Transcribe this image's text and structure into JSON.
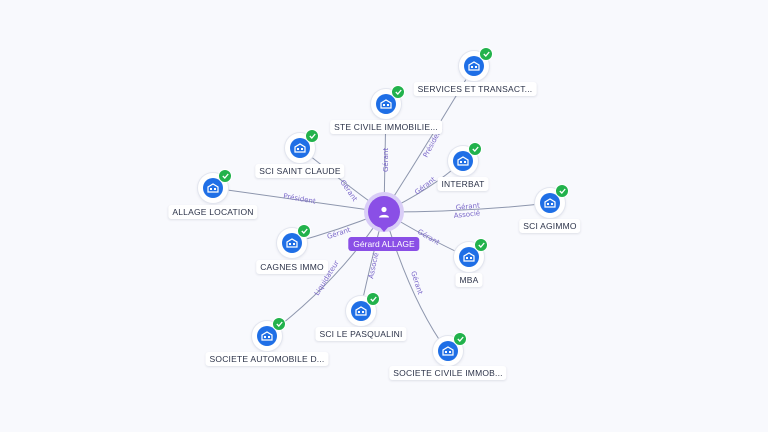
{
  "center": {
    "label": "Gérard ALLAGE",
    "icon": "person-icon",
    "color": "#8a4fe6"
  },
  "colors": {
    "company": "#1f6fe6",
    "verified": "#22b24c",
    "edge_label": "#7a67c9"
  },
  "nodes": [
    {
      "id": "services",
      "label": "SERVICES ET TRANSACT...",
      "relation": "Président"
    },
    {
      "id": "ste_civile",
      "label": "STE CIVILE IMMOBILIE...",
      "relation": "Gérant"
    },
    {
      "id": "interbat",
      "label": "INTERBAT",
      "relation": "Gérant"
    },
    {
      "id": "sci_saint_claude",
      "label": "SCI SAINT CLAUDE",
      "relation": "Gérant"
    },
    {
      "id": "allage_location",
      "label": "ALLAGE LOCATION",
      "relation": "Président"
    },
    {
      "id": "sci_agimmo",
      "label": "SCI AGIMMO",
      "relation": "Gérant Associé"
    },
    {
      "id": "cagnes_immo",
      "label": "CAGNES IMMO",
      "relation": "Gérant"
    },
    {
      "id": "mba",
      "label": "MBA",
      "relation": "Gérant"
    },
    {
      "id": "sci_le_pasqualini",
      "label": "SCI LE PASQUALINI",
      "relation": "Associé"
    },
    {
      "id": "societe_automobile",
      "label": "SOCIETE AUTOMOBILE D...",
      "relation": "Liquidateur"
    },
    {
      "id": "societe_civile_immob",
      "label": "SOCIETE CIVILE IMMOB...",
      "relation": "Gérant"
    }
  ],
  "edge_labels": {
    "services": "Président",
    "ste_civile": "Gérant",
    "interbat": "Gérant",
    "sci_saint_claude": "Gérant",
    "allage_location": "Président",
    "sci_agimmo_1": "Gérant",
    "sci_agimmo_2": "Associé",
    "cagnes_immo": "Gérant",
    "mba": "Gérant",
    "sci_le_pasqualini": "Associé",
    "societe_automobile": "Liquidateur",
    "societe_civile_immob": "Gérant"
  }
}
